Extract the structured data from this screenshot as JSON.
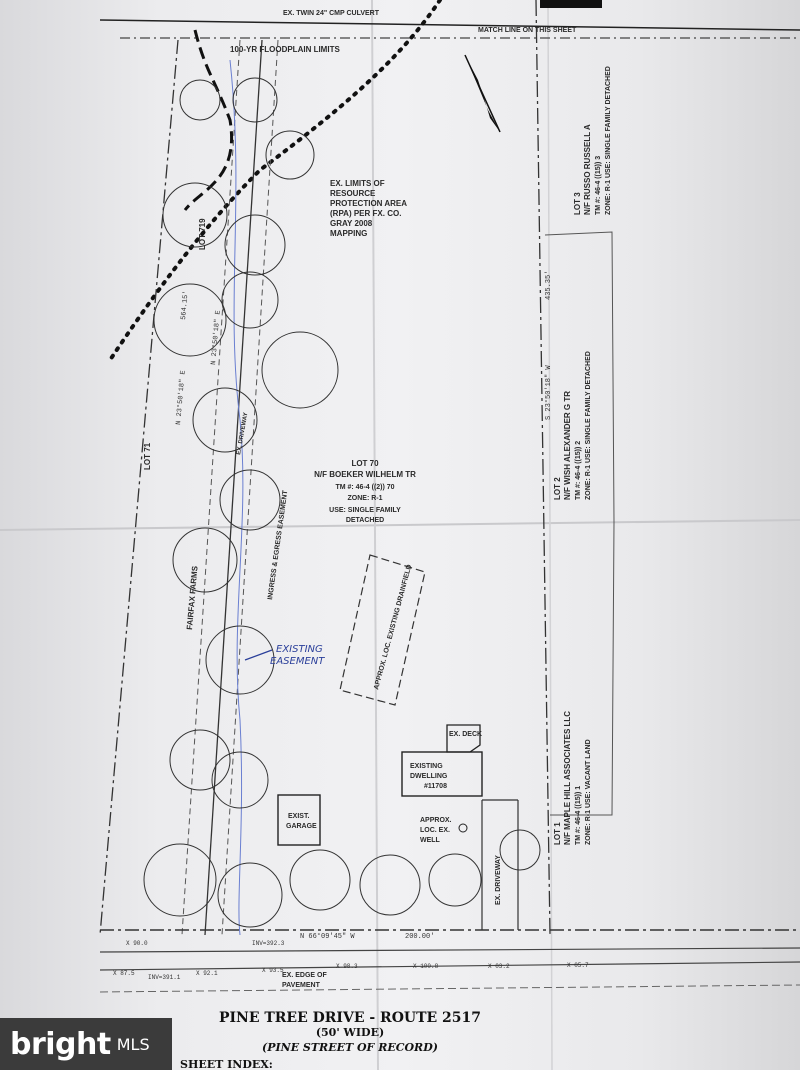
{
  "plat": {
    "top_labels": {
      "culvert": "EX. TWIN 24\" CMP CULVERT",
      "match_line": "MATCH LINE ON THIS SHEET",
      "floodplain": "100-YR FLOODPLAIN LIMITS",
      "rpa": [
        "EX. LIMITS OF",
        "RESOURCE",
        "PROTECTION AREA",
        "(RPA) PER FX. CO.",
        "GRAY 2008",
        "MAPPING"
      ]
    },
    "lots": {
      "lot3": [
        "LOT 3",
        "N/F RUSSO RUSSELL A",
        "TM #: 46-4 ((15)) 3",
        "ZONE: R-1  USE: SINGLE FAMILY DETACHED"
      ],
      "lot2": [
        "LOT 2",
        "N/F WISH ALEXANDER G TR",
        "TM #: 46-4 ((15)) 2",
        "ZONE: R-1  USE: SINGLE FAMILY DETACHED"
      ],
      "lot1": [
        "LOT 1",
        "N/F MAPLE HILL ASSOCIATES LLC",
        "TM #: 46-4 ((15)) 1",
        "ZONE: R-1  USE: VACANT LAND"
      ],
      "lot70": [
        "LOT 70",
        "N/F BOEKER WILHELM TR",
        "TM #: 46-4 ((2)) 70",
        "ZONE: R-1",
        "USE: SINGLE FAMILY",
        "DETACHED"
      ],
      "lot71": "LOT 71",
      "lot719": "LOT 719",
      "fairfax_farms": "FAIRFAX FARMS"
    },
    "bearings": {
      "east_line": "S 23°50'18\" W",
      "east_dist": "435.35'",
      "west_a": "N 23°50'18\" E",
      "west_b": "N 23°50'18\" E",
      "west_dist": "564.15'",
      "south_line": "N 66°09'45\" W",
      "south_dist": "200.00'"
    },
    "easement": "INGRESS & EGRESS EASEMENT",
    "drainfield": "APPROX. LOC. EXISTING DRAINFIELD",
    "structures": {
      "deck": "EX. DECK",
      "dwelling": [
        "EXISTING",
        "DWELLING",
        "#11708"
      ],
      "garage": [
        "EXIST.",
        "GARAGE"
      ],
      "well": [
        "APPROX.",
        "LOC. EX.",
        "WELL"
      ],
      "driveway": "EX. DRIVEWAY",
      "ex_driveway_west": "EX. DRIVEWAY",
      "edge_pavement": [
        "EX. EDGE OF",
        "PAVEMENT"
      ]
    },
    "handwritten": [
      "EXISTING",
      "EASEMENT"
    ],
    "elevations": [
      "X 87.5",
      "X 90.0",
      "X 92.1",
      "X 93.5",
      "X 98.3",
      "X 100.8",
      "X 03.2",
      "X 05.7",
      "INV=391.1",
      "INV=392.3"
    ],
    "road": {
      "name": "PINE TREE DRIVE - ROUTE 2517",
      "width": "(50' WIDE)",
      "record": "(PINE STREET OF RECORD)",
      "sheet_index": "SHEET INDEX:"
    }
  },
  "watermark": {
    "brand": "bright",
    "suffix": "MLS"
  }
}
